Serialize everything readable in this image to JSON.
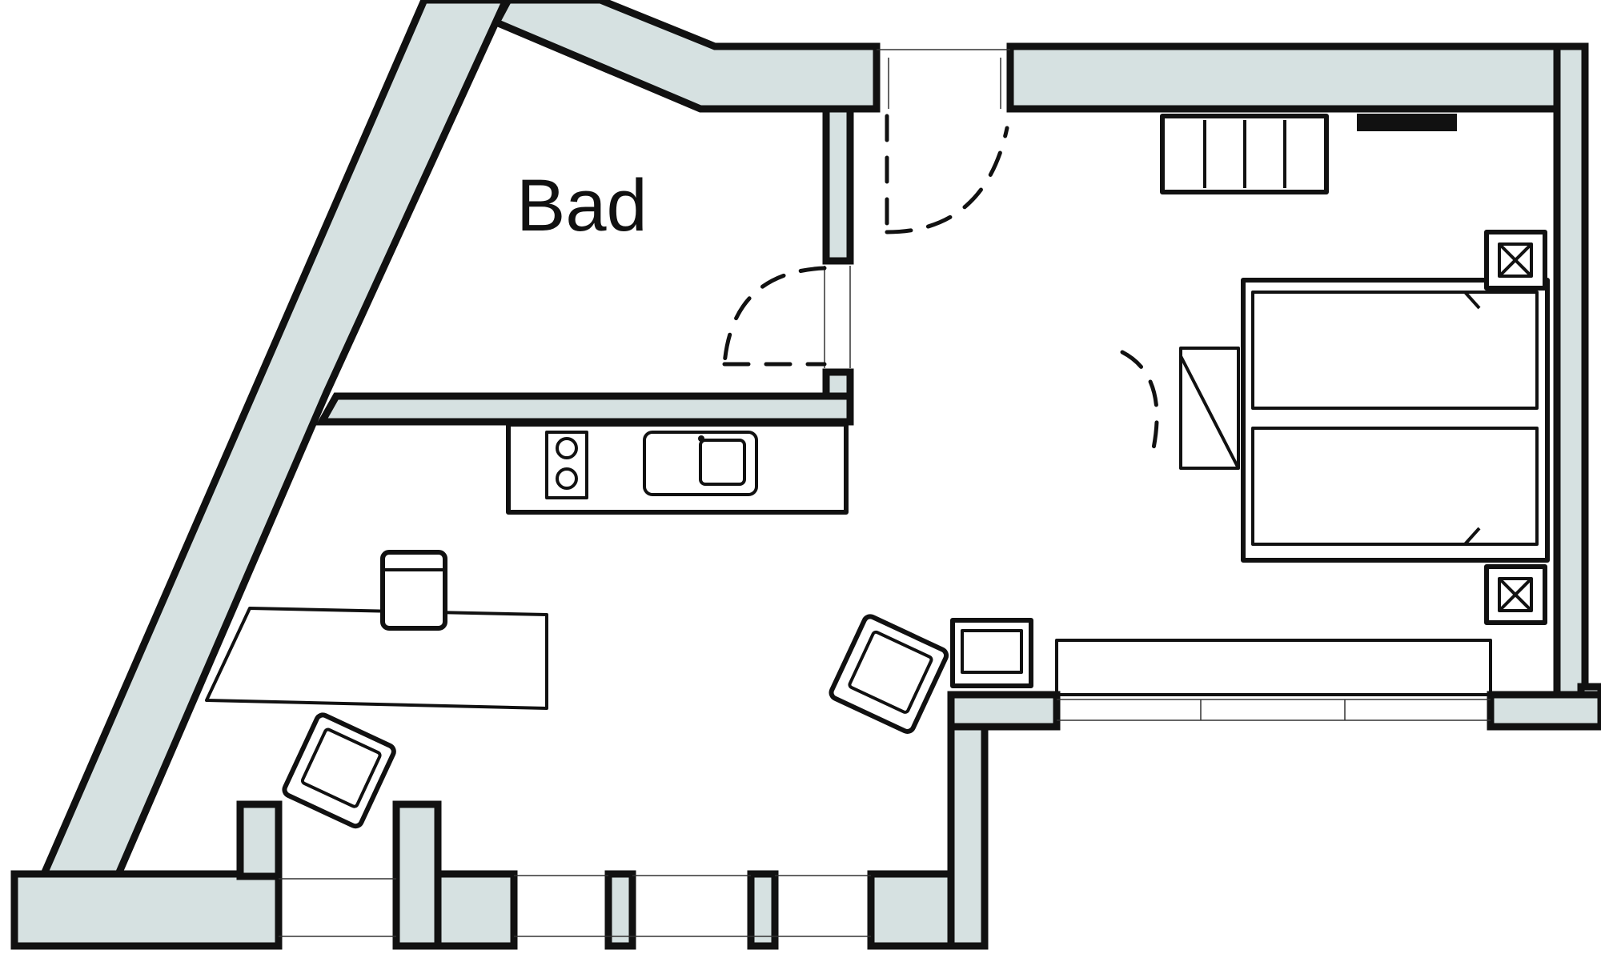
{
  "rooms": {
    "bathroom": {
      "label": "Bad"
    }
  },
  "colors": {
    "wall_fill": "#d6e1e1",
    "line": "#111111",
    "background": "#ffffff"
  },
  "furniture": [
    "stove-icon",
    "sink-icon",
    "desk",
    "desk-chair",
    "lounge-chair",
    "tv-stand",
    "double-bed",
    "nightstand-lamp-icon",
    "wardrobe",
    "sideboard"
  ]
}
